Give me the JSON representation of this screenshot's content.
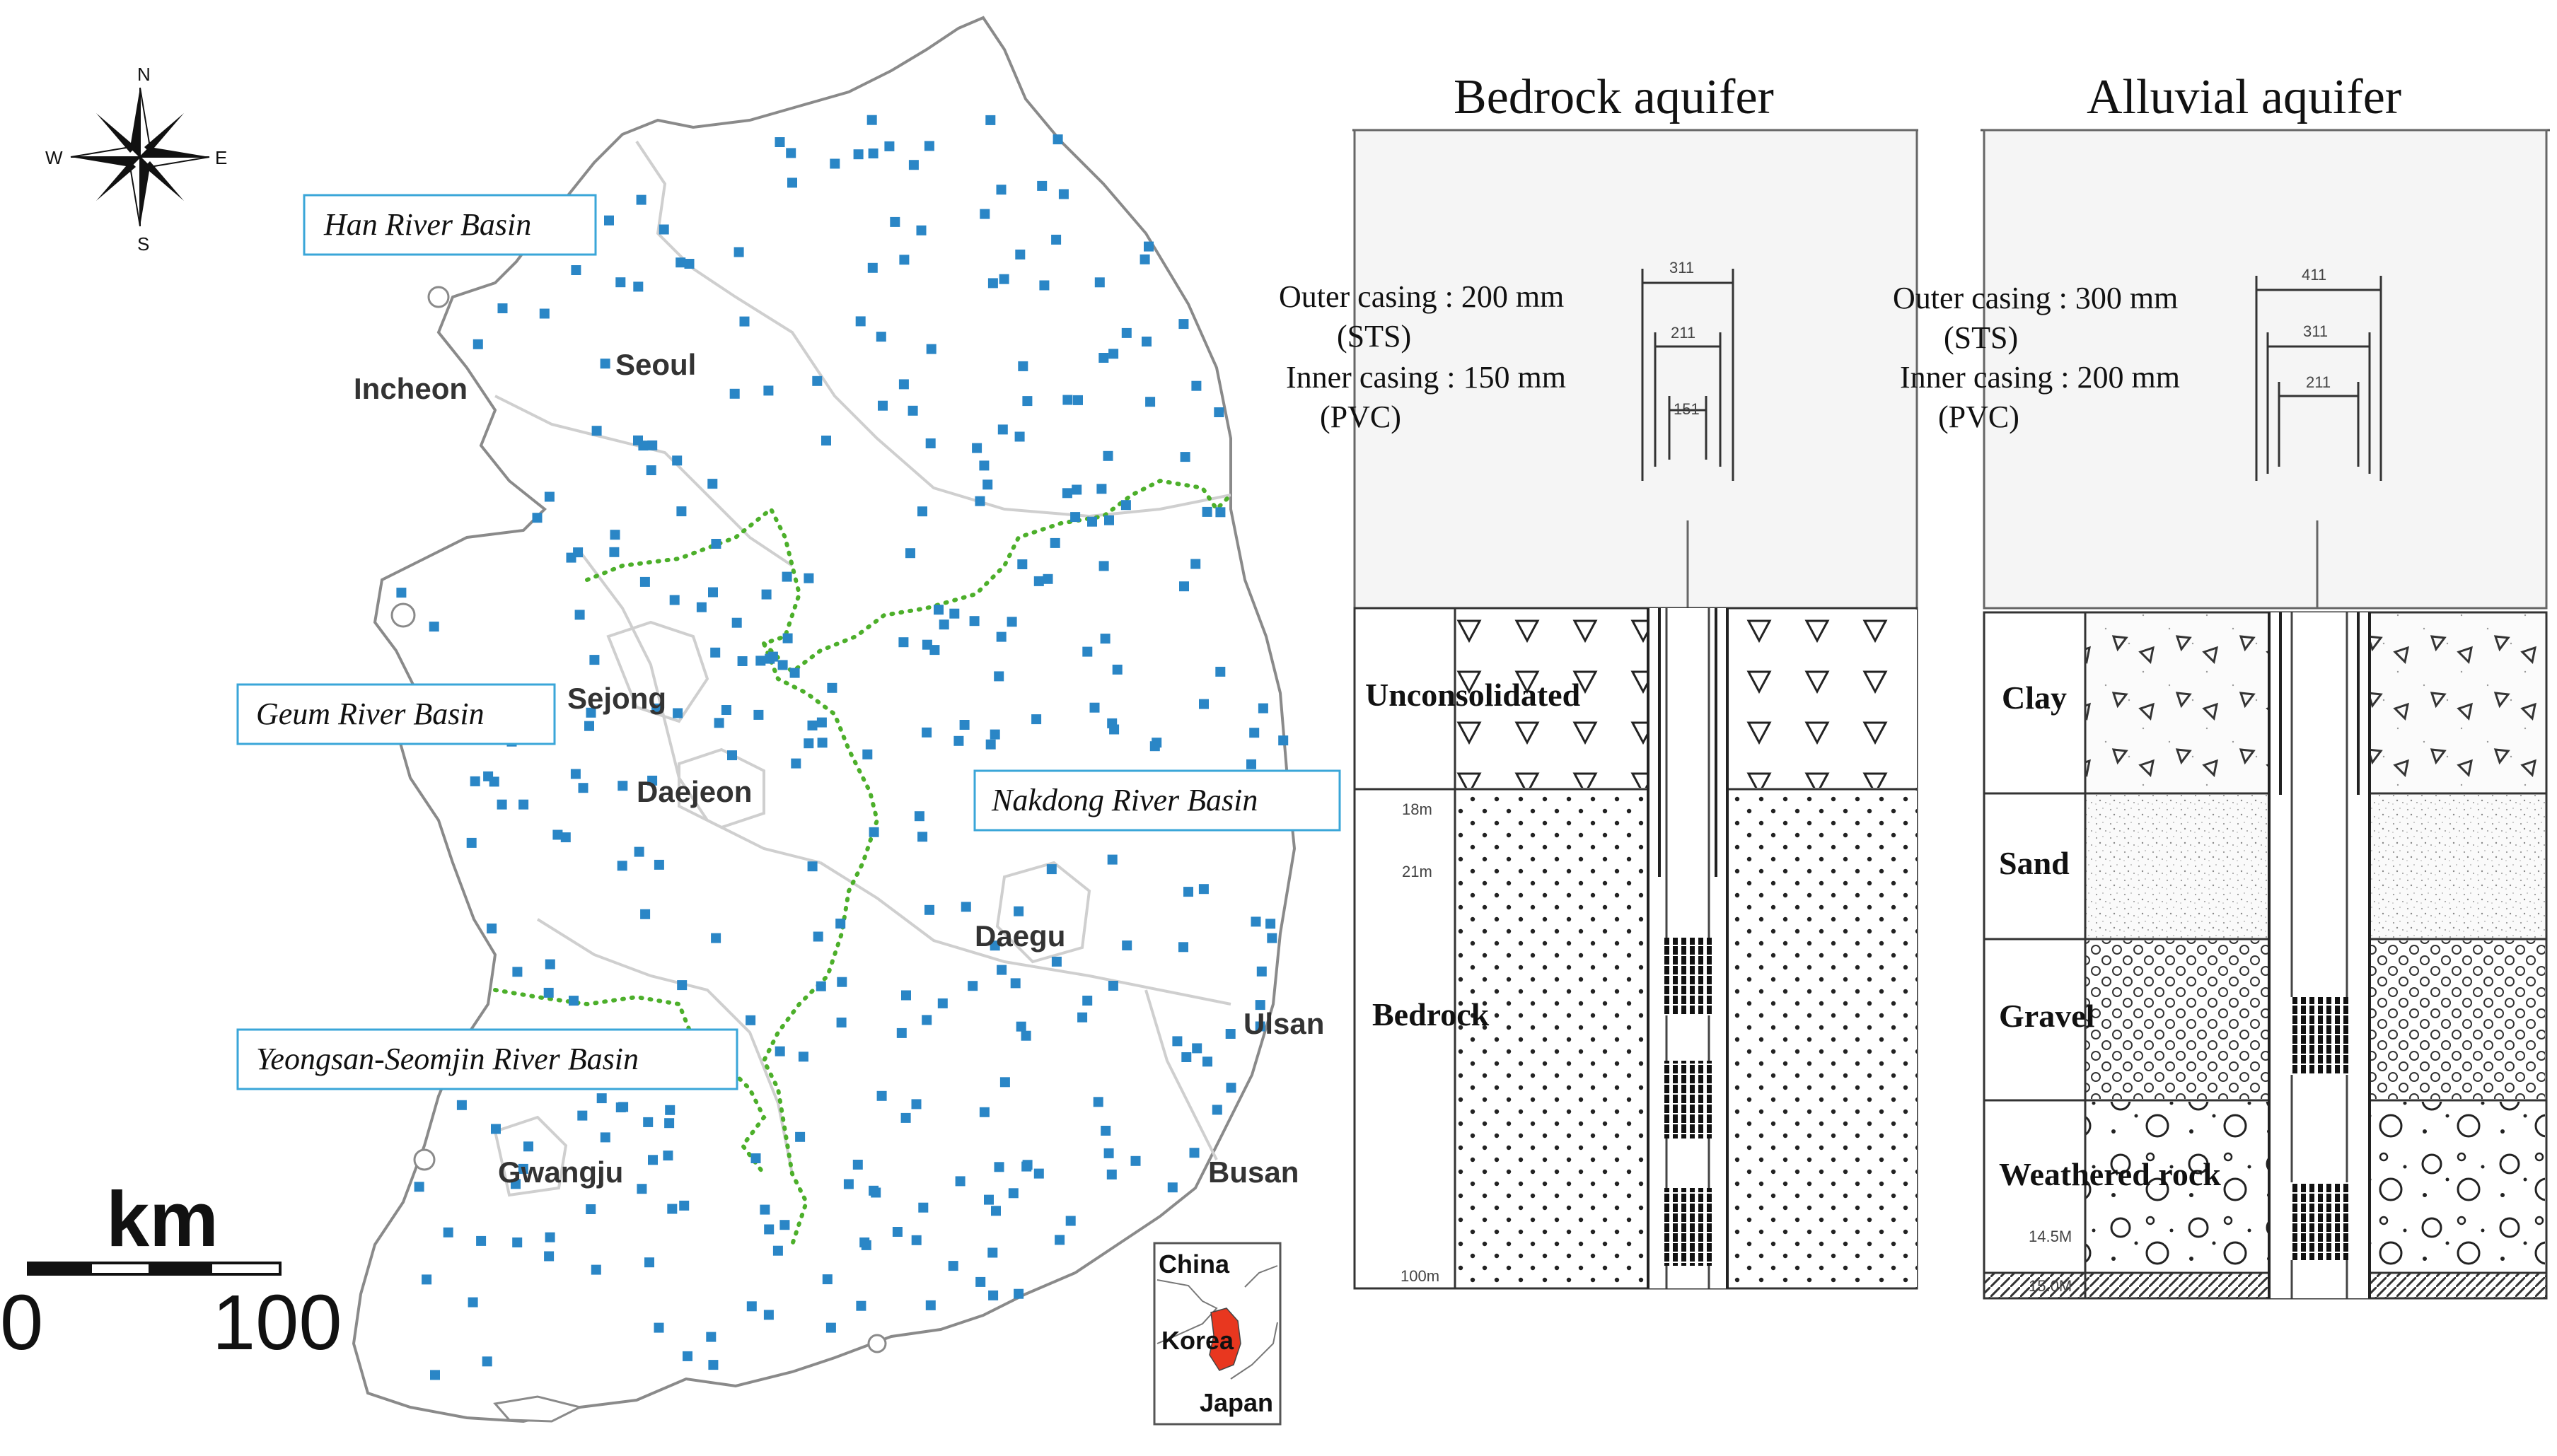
{
  "map": {
    "compass": {
      "n": "N",
      "s": "S",
      "e": "E",
      "w": "W"
    },
    "basins": {
      "han": "Han River Basin",
      "geum": "Geum River Basin",
      "nakdong": "Nakdong River Basin",
      "yeongsan": "Yeongsan-Seomjin River Basin"
    },
    "cities": {
      "seoul": "Seoul",
      "incheon": "Incheon",
      "sejong": "Sejong",
      "daejeon": "Daejeon",
      "daegu": "Daegu",
      "ulsan": "Ulsan",
      "busan": "Busan",
      "gwangju": "Gwangju"
    },
    "scale": {
      "unit": "km",
      "min": "0",
      "max": "100"
    },
    "inset": {
      "china": "China",
      "korea": "Korea",
      "japan": "Japan"
    },
    "colors": {
      "well": "#2a86c6",
      "basin_boundary": "#4caf2a",
      "korea_fill": "#e8371f"
    }
  },
  "bedrock": {
    "title": "Bedrock aquifer",
    "outer_casing": "Outer casing : 200 mm",
    "outer_material": "(STS)",
    "inner_casing": "Inner casing : 150 mm",
    "inner_material": "(PVC)",
    "dims": [
      "311",
      "211",
      "151"
    ],
    "layers": {
      "unconsolidated": "Unconsolidated",
      "bedrock": "Bedrock"
    },
    "depths": {
      "d1": "18m",
      "d2": "21m",
      "d3": "100m"
    }
  },
  "alluvial": {
    "title": "Alluvial aquifer",
    "outer_casing": "Outer casing : 300 mm",
    "outer_material": "(STS)",
    "inner_casing": "Inner casing : 200 mm",
    "inner_material": "(PVC)",
    "dims": [
      "411",
      "311",
      "211"
    ],
    "layers": {
      "clay": "Clay",
      "sand": "Sand",
      "gravel": "Gravel",
      "weathered": "Weathered rock"
    },
    "depths": {
      "d1": "14.5M",
      "d2": "15.0M"
    }
  }
}
